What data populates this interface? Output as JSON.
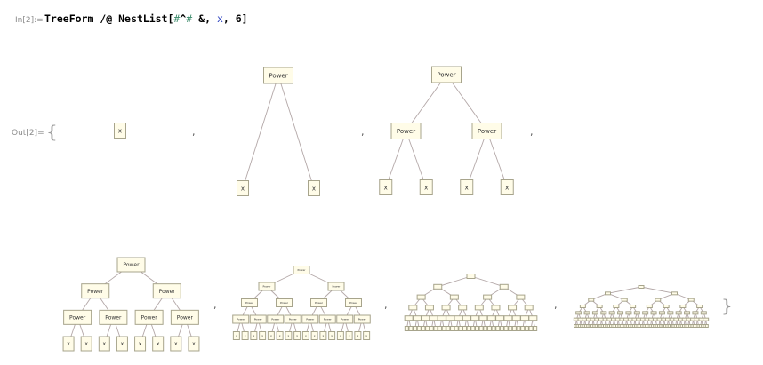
{
  "input_cell": {
    "label": "In[2]:=",
    "tokens": [
      {
        "text": "TreeForm",
        "kind": "plain"
      },
      {
        "text": " /@ ",
        "kind": "plain"
      },
      {
        "text": "NestList",
        "kind": "plain"
      },
      {
        "text": "[",
        "kind": "plain"
      },
      {
        "text": "#",
        "kind": "var"
      },
      {
        "text": "^",
        "kind": "plain"
      },
      {
        "text": "#",
        "kind": "var"
      },
      {
        "text": " &",
        "kind": "plain"
      },
      {
        "text": ", ",
        "kind": "plain"
      },
      {
        "text": "x",
        "kind": "sym"
      },
      {
        "text": ", 6]",
        "kind": "plain"
      }
    ]
  },
  "output_cell": {
    "label": "Out[2]=",
    "open_brace": "{",
    "close_brace": "}",
    "separator": ",",
    "node_labels": {
      "internal": "Power",
      "leaf": "x"
    },
    "trees": [
      {
        "depth": 0
      },
      {
        "depth": 1
      },
      {
        "depth": 2
      },
      {
        "depth": 3
      },
      {
        "depth": 4
      },
      {
        "depth": 5
      },
      {
        "depth": 6
      }
    ]
  }
}
